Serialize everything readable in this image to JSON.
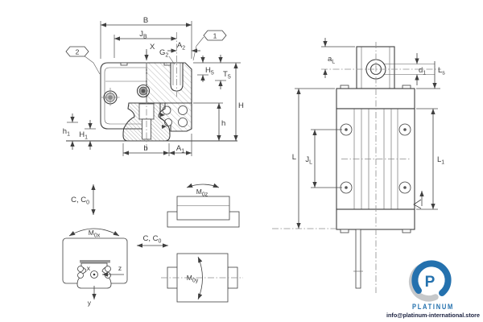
{
  "front_view": {
    "labels": {
      "B": "B",
      "JB": {
        "main": "J",
        "sub": "B"
      },
      "A2": {
        "main": "A",
        "sub": "2"
      },
      "X": "X",
      "G2": {
        "main": "G",
        "sub": "2"
      },
      "H5": {
        "main": "H",
        "sub": "5"
      },
      "T5": {
        "main": "T",
        "sub": "5"
      },
      "H": "H",
      "h": "h",
      "h1": {
        "main": "h",
        "sub": "1"
      },
      "H1": {
        "main": "H",
        "sub": "1"
      },
      "b": "b",
      "A1": {
        "main": "A",
        "sub": "1"
      }
    },
    "callouts": {
      "c1": "1",
      "c2": "2"
    }
  },
  "side_view": {
    "labels": {
      "aL": {
        "main": "a",
        "sub": "L"
      },
      "d1": {
        "main": "d",
        "sub": "1"
      },
      "Ls": {
        "main": "L",
        "sub": "s"
      },
      "L": "L",
      "JL": {
        "main": "J",
        "sub": "L"
      },
      "L1": {
        "main": "L",
        "sub": "1"
      }
    }
  },
  "load_diagrams": {
    "labels": {
      "C_vert": {
        "main": "C, C",
        "sub": "0"
      },
      "C_horiz": {
        "main": "C, C",
        "sub": "0"
      },
      "M0x": {
        "main": "M",
        "sub": "0x"
      },
      "M0z": {
        "main": "M",
        "sub": "0z"
      },
      "M0y": {
        "main": "M",
        "sub": "0y"
      },
      "axis_x": "x",
      "axis_y": "y",
      "axis_z": "z"
    }
  },
  "branding": {
    "monogram": "P",
    "name": "PLATINUM",
    "email": "info@platinum-international.store",
    "colors": {
      "blue": "#2471ae",
      "gray": "#c6c8ca",
      "text_dark": "#1b2140"
    }
  },
  "drawing_colors": {
    "line": "#3f3f3f",
    "hatch": "#9a9a9a",
    "centerline": "#8c8c8c"
  }
}
